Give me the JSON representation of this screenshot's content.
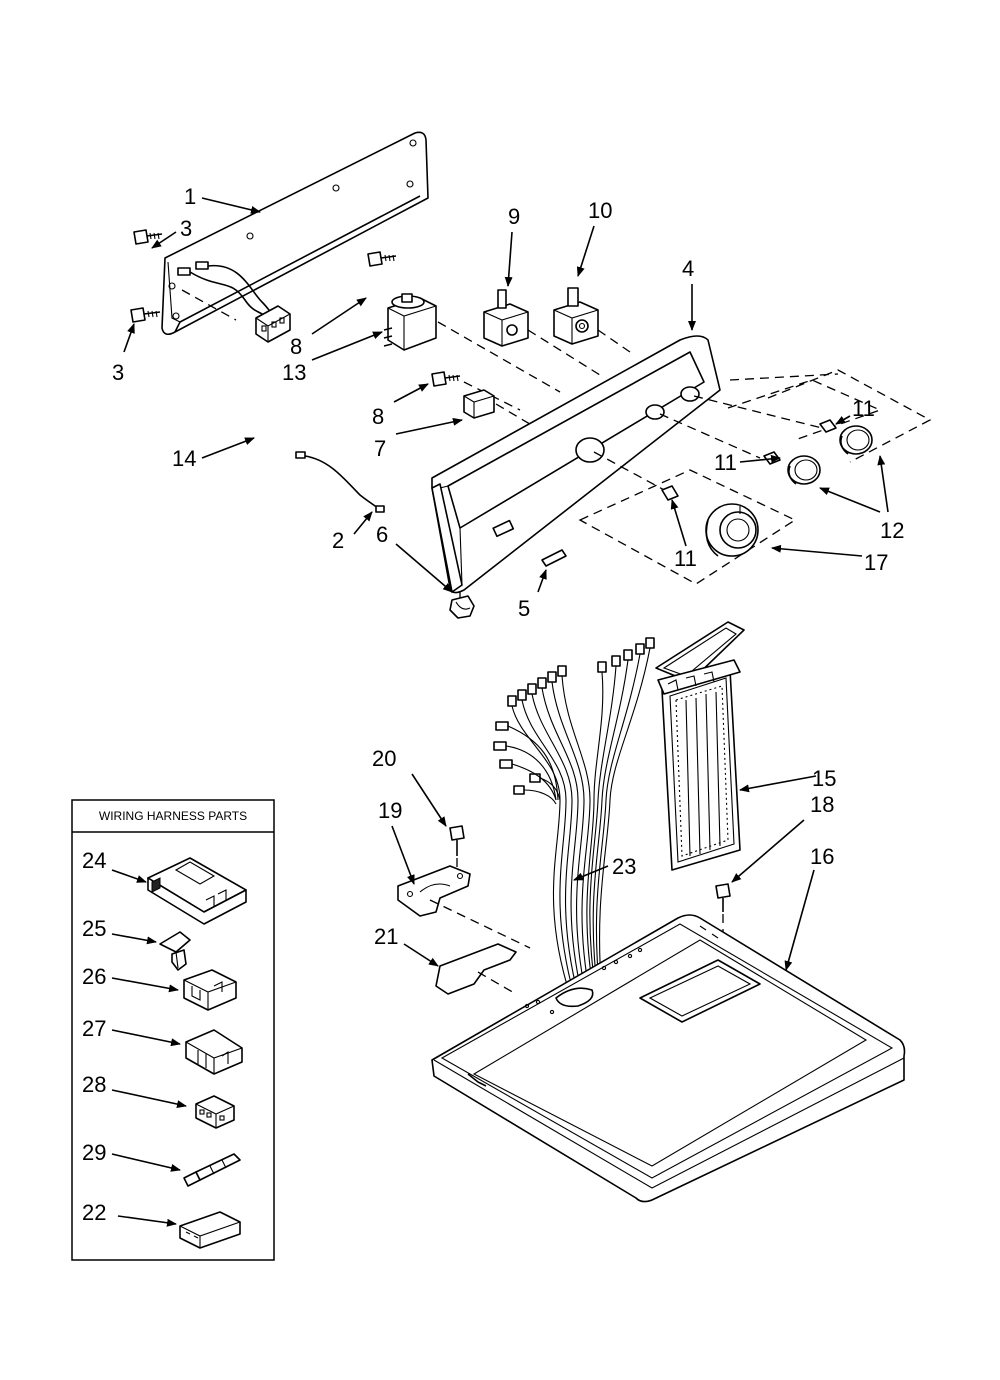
{
  "legend": {
    "title": "WIRING HARNESS PARTS",
    "items": [
      {
        "num": "24",
        "icon": "connector-housing-icon"
      },
      {
        "num": "25",
        "icon": "wire-clip-icon"
      },
      {
        "num": "26",
        "icon": "connector-block-icon"
      },
      {
        "num": "27",
        "icon": "connector-latch-icon"
      },
      {
        "num": "28",
        "icon": "terminal-block-icon"
      },
      {
        "num": "29",
        "icon": "crimp-terminal-icon"
      },
      {
        "num": "22",
        "icon": "connector-shell-icon"
      }
    ]
  },
  "callouts": {
    "n1": "1",
    "n2": "2",
    "n3a": "3",
    "n3b": "3",
    "n4": "4",
    "n5": "5",
    "n6": "6",
    "n7": "7",
    "n8a": "8",
    "n8b": "8",
    "n9": "9",
    "n10": "10",
    "n11a": "11",
    "n11b": "11",
    "n11c": "11",
    "n12": "12",
    "n13": "13",
    "n14": "14",
    "n15": "15",
    "n16": "16",
    "n17": "17",
    "n18": "18",
    "n19": "19",
    "n20": "20",
    "n21": "21",
    "n23": "23"
  }
}
